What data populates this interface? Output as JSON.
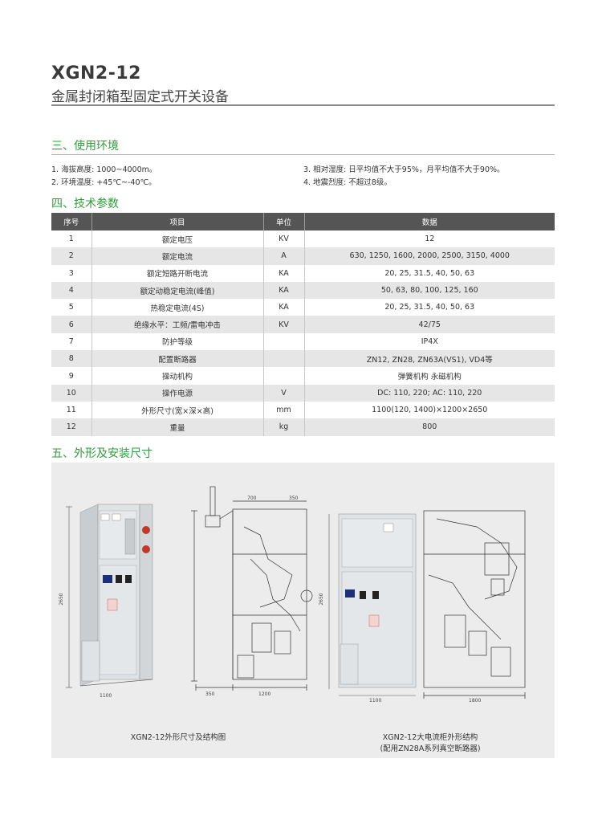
{
  "header": {
    "model": "XGN2-12",
    "name": "金属封闭箱型固定式开关设备"
  },
  "section3": {
    "title": "三、使用环境",
    "items": [
      "1. 海拔高度: 1000~4000m。",
      "2. 环境温度: +45℃~-40℃。",
      "3. 相对湿度: 日平均值不大于95%，月平均值不大于90%。",
      "4. 地震烈度: 不超过8级。"
    ]
  },
  "section4": {
    "title": "四、技术参数",
    "columns": [
      "序号",
      "项目",
      "单位",
      "数据"
    ],
    "rows": [
      [
        "1",
        "额定电压",
        "KV",
        "12"
      ],
      [
        "2",
        "额定电流",
        "A",
        "630, 1250, 1600, 2000, 2500, 3150, 4000"
      ],
      [
        "3",
        "额定短路开断电流",
        "KA",
        "20, 25, 31.5, 40, 50, 63"
      ],
      [
        "4",
        "额定动稳定电流(峰值)",
        "KA",
        "50, 63, 80, 100, 125, 160"
      ],
      [
        "5",
        "热稳定电流(4S)",
        "KA",
        "20, 25, 31.5, 40, 50, 63"
      ],
      [
        "6",
        "绝缘水平：工频/雷电冲击",
        "KV",
        "42/75"
      ],
      [
        "7",
        "防护等级",
        "",
        "IP4X"
      ],
      [
        "8",
        "配置断路器",
        "",
        "ZN12, ZN28, ZN63A(VS1), VD4等"
      ],
      [
        "9",
        "操动机构",
        "",
        "弹簧机构   永磁机构"
      ],
      [
        "10",
        "操作电源",
        "V",
        "DC: 110, 220; AC: 110, 220"
      ],
      [
        "11",
        "外形尺寸(宽×深×高)",
        "mm",
        "1100(120, 1400)×1200×2650"
      ],
      [
        "12",
        "重量",
        "kg",
        "800"
      ]
    ]
  },
  "section5": {
    "title": "五、外形及安装尺寸",
    "dims_left": {
      "height": "2650",
      "width": "1100",
      "top_a": "700",
      "top_b": "350",
      "bottom_a": "350",
      "bottom_b": "1200"
    },
    "dims_right": {
      "height": "2650",
      "width": "1100",
      "depth": "1800"
    },
    "caption_left": "XGN2-12外形尺寸及结构图",
    "caption_right_1": "XGN2-12大电流柜外形结构",
    "caption_right_2": "(配用ZN28A系列真空断路器)"
  },
  "colors": {
    "accent": "#2f9e3a",
    "table_header": "#555555",
    "row_alt": "#e6e6e6",
    "panel_bg": "#ececec"
  }
}
